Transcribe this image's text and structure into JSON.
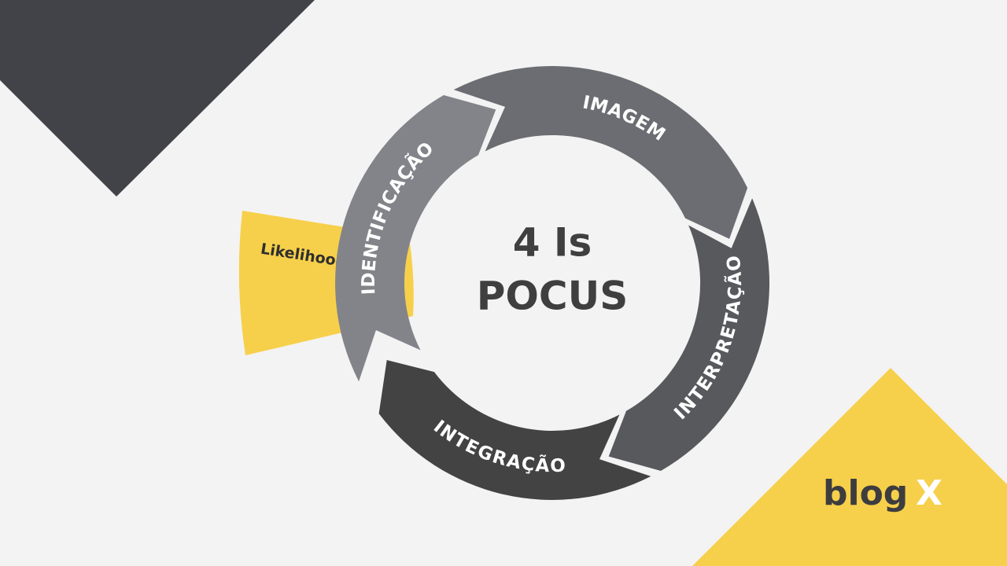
{
  "diagram": {
    "center": {
      "line1": "4 Is",
      "line2": "POCUS"
    },
    "segments": [
      {
        "label": "IDENTIFICAÇÃO",
        "color": "#83848a"
      },
      {
        "label": "IMAGEM",
        "color": "#6c6d72"
      },
      {
        "label": "INTERPRETAÇÃO",
        "color": "#58595d"
      },
      {
        "label": "INTEGRAÇÃO",
        "color": "#434343"
      }
    ],
    "note": {
      "text": "Likelihood ratio",
      "color": "#f7d04b"
    }
  },
  "brand": {
    "name_prefix": "blog",
    "name_suffix": "X",
    "text_color": "#3d3d3f",
    "mark_color": "#ffffff"
  },
  "colors": {
    "background": "#f3f3f3",
    "dark_corner": "#424349",
    "yellow_corner": "#f7d04b"
  }
}
